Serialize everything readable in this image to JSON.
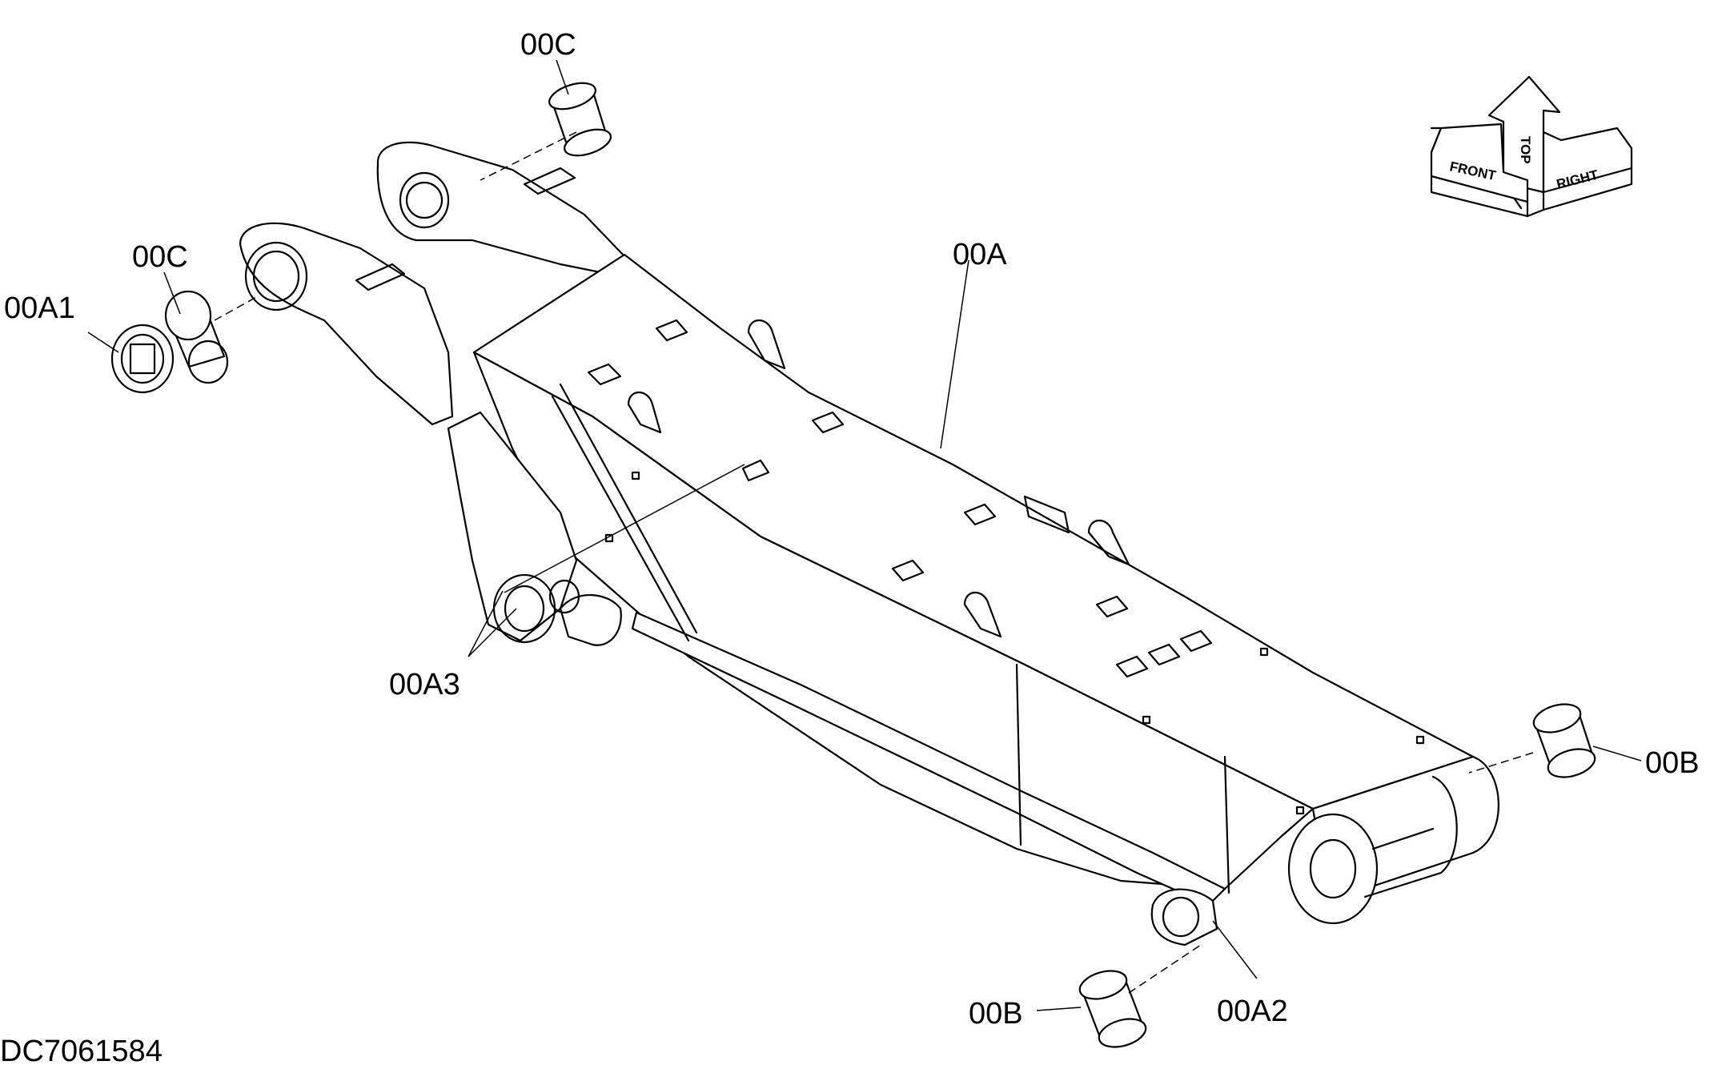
{
  "drawing_id": "DC7061584",
  "labels": {
    "pin_bush_top": "00C",
    "pin_bush_left": "00C",
    "washer_left": "00A1",
    "boom_body": "00A",
    "grease_fittings": "00A3",
    "bush_right": "00B",
    "bush_bottom": "00B",
    "fitting_end": "00A2"
  },
  "orientation_indicator": {
    "top": "TOP",
    "front": "FRONT",
    "right": "RIGHT"
  }
}
